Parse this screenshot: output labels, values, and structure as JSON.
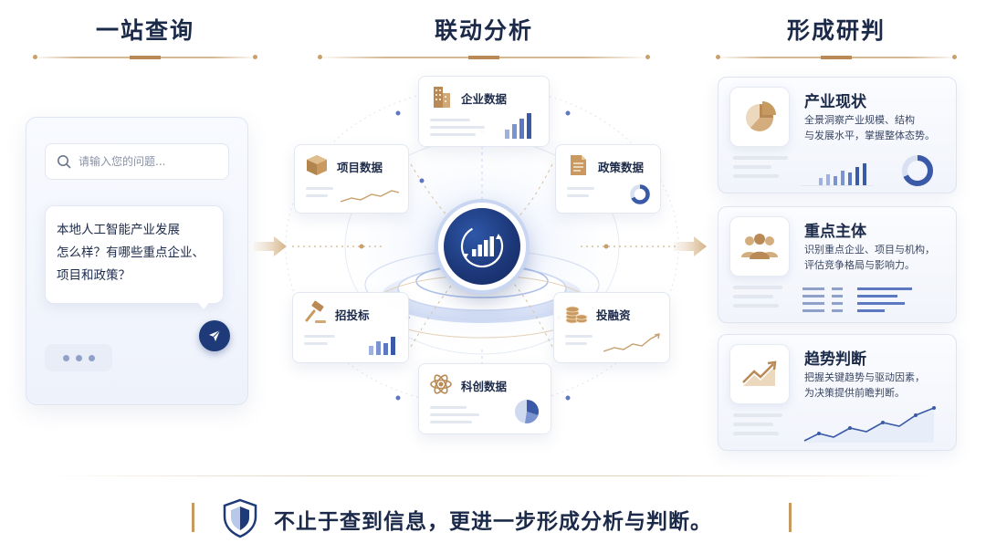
{
  "headers": {
    "query": "一站查询",
    "analysis": "联动分析",
    "judgment": "形成研判"
  },
  "query_panel": {
    "search_placeholder": "请输入您的问题...",
    "question": [
      "本地人工智能产业发展",
      "怎么样？有哪些重点企业、",
      "项目和政策？"
    ]
  },
  "modules": [
    {
      "label": "企业数据",
      "icon": "building-icon"
    },
    {
      "label": "项目数据",
      "icon": "box-icon"
    },
    {
      "label": "政策数据",
      "icon": "document-icon"
    },
    {
      "label": "招投标",
      "icon": "gavel-icon"
    },
    {
      "label": "投融资",
      "icon": "coins-icon"
    },
    {
      "label": "科创数据",
      "icon": "atom-icon"
    }
  ],
  "insights": [
    {
      "title": "产业现状",
      "desc": [
        "全景洞察产业规模、结构",
        "与发展水平，掌握整体态势。"
      ],
      "icon": "pie-chart-icon"
    },
    {
      "title": "重点主体",
      "desc": [
        "识别重点企业、项目与机构，",
        "评估竞争格局与影响力。"
      ],
      "icon": "people-icon"
    },
    {
      "title": "趋势判断",
      "desc": [
        "把握关键趋势与驱动因素，",
        "为决策提供前瞻判断。"
      ],
      "icon": "trend-up-icon"
    }
  ],
  "footer": {
    "text": "不止于查到信息，更进一步形成分析与判断。"
  },
  "colors": {
    "navy": "#1c2a4a",
    "accent_blue": "#1e3a78",
    "gold": "#c79a62",
    "soft_blue": "#8fa0c9"
  }
}
